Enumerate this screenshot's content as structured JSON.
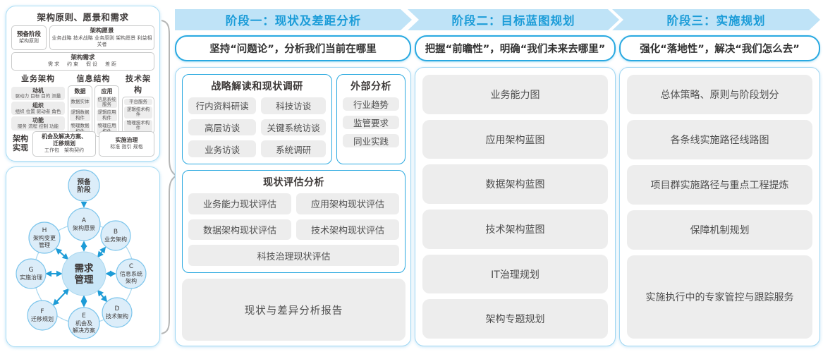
{
  "colors": {
    "banner_bg": "#bfe3f7",
    "banner_text": "#1b9cd8",
    "accent_blue": "#29a9e1",
    "panel_border": "#a8dcf4",
    "chip_bg": "#ededed",
    "chip_text": "#4e4e4e",
    "title_text": "#3e3a39",
    "arrow_blue": "#1e9cd7",
    "circle_fill": "#dcedf9",
    "circle_border": "#7cc5ec",
    "brace_gray": "#b5b6b6"
  },
  "left_panel": {
    "title": "架构原则、愿景和需求",
    "prep_stage": {
      "title": "预备阶段",
      "item": "架构原则"
    },
    "vision": {
      "title": "架构愿景",
      "items": "业务战略 技术战略 业务原则 架构愿景 利益相关者"
    },
    "requirement": {
      "title": "架构需求",
      "items": "需求　约束　假设　差距"
    },
    "business": {
      "header": "业务架构",
      "groups": [
        {
          "title": "动机",
          "items": "驱动力 目标 目的 测量"
        },
        {
          "title": "组织",
          "items": "组织 位置 驱动者 角色"
        },
        {
          "title": "功能",
          "items": "服务 流程 控制 功能"
        }
      ]
    },
    "information": {
      "header": "信息结构",
      "data": {
        "title": "数据",
        "items": [
          "数据实体",
          "逻辑数据构件",
          "物理数据构件"
        ]
      },
      "application": {
        "title": "应用",
        "items": [
          "信息系统服务",
          "逻辑应用构件",
          "物理应用构件"
        ]
      }
    },
    "technology": {
      "header": "技术架构",
      "items": [
        "平台服务",
        "逻辑技术构件",
        "物理技术构件"
      ]
    },
    "realization": {
      "label_line1": "架构",
      "label_line2": "实现",
      "opportunity": {
        "title_line1": "机会及解决方案、",
        "title_line2": "迁移规划",
        "items": "工作包　架构契约"
      },
      "governance": {
        "title": "实施治理",
        "items": "标准 指引 规格"
      }
    }
  },
  "adm": {
    "prep": {
      "line1": "预备",
      "line2": "阶段"
    },
    "center": {
      "line1": "需求",
      "line2": "管理"
    },
    "nodes": [
      {
        "letter": "A",
        "l1": "架构愿景",
        "l2": ""
      },
      {
        "letter": "B",
        "l1": "业务架构",
        "l2": ""
      },
      {
        "letter": "C",
        "l1": "信息系统",
        "l2": "架构"
      },
      {
        "letter": "D",
        "l1": "技术架构",
        "l2": ""
      },
      {
        "letter": "E",
        "l1": "机会及",
        "l2": "解决方案"
      },
      {
        "letter": "F",
        "l1": "迁移规划",
        "l2": ""
      },
      {
        "letter": "G",
        "l1": "实施治理",
        "l2": ""
      },
      {
        "letter": "H",
        "l1": "架构变更",
        "l2": "管理"
      }
    ]
  },
  "phases": [
    {
      "banner": "阶段一：现状及差距分析",
      "subtitle": "坚持“问题论”，分析我们当前在哪里",
      "strategy": {
        "title": "战略解读和现状调研",
        "items": [
          "行内资料研读",
          "科技访谈",
          "高层访谈",
          "关键系统访谈",
          "业务访谈",
          "系统调研"
        ]
      },
      "external": {
        "title": "外部分析",
        "items": [
          "行业趋势",
          "监管要求",
          "同业实践"
        ]
      },
      "assessment": {
        "title": "现状评估分析",
        "items": [
          "业务能力现状评估",
          "应用架构现状评估",
          "数据架构现状评估",
          "技术架构现状评估",
          "科技治理现状评估"
        ]
      },
      "report": "现状与差异分析报告"
    },
    {
      "banner": "阶段二：目标蓝图规划",
      "subtitle": "把握“前瞻性”，明确“我们未来去哪里”",
      "items": [
        "业务能力图",
        "应用架构蓝图",
        "数据架构蓝图",
        "技术架构蓝图",
        "IT治理规划",
        "架构专题规划"
      ]
    },
    {
      "banner": "阶段三：实施规划",
      "subtitle": "强化“落地性”，解决“我们怎么去”",
      "items": [
        "总体策略、原则与阶段划分",
        "各条线实施路径线路图",
        "项目群实施路径与重点工程提炼",
        "保障机制规划",
        "实施执行中的专家管控与跟踪服务"
      ]
    }
  ]
}
